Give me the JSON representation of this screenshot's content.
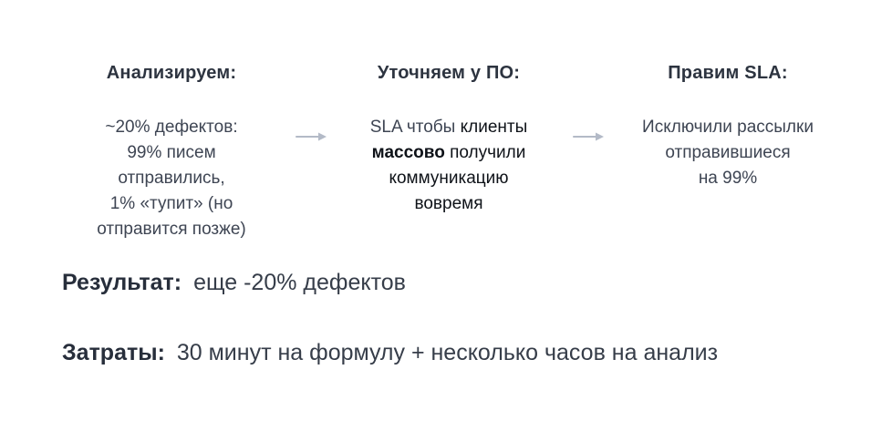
{
  "page": {
    "background": "#ffffff"
  },
  "colors": {
    "heading": "#2d3440",
    "body": "#3e4553",
    "emphasis": "#0e1218",
    "arrow": "#b3bac7"
  },
  "flow": {
    "columns": [
      {
        "header": "Анализируем:",
        "body_lines": [
          "~20% дефектов:",
          "99% писем",
          "отправились,",
          "1% «тупит» (но",
          "отправится позже)"
        ]
      },
      {
        "header": "Уточняем у ПО:",
        "segments": {
          "sla_prefix": "SLA чтобы ",
          "clients": "клиенты",
          "massovo": "массово",
          "received": " получили",
          "line3": "коммуникацию",
          "line4": "вовремя"
        }
      },
      {
        "header": "Правим SLA:",
        "body_lines": [
          "Исключили рассылки",
          "отправившиеся",
          "на 99%"
        ]
      }
    ]
  },
  "summary": {
    "result_label": "Результат:",
    "result_text": "еще -20% дефектов",
    "costs_label": "Затраты:",
    "costs_text": "30 минут на формулу + несколько часов на анализ"
  }
}
